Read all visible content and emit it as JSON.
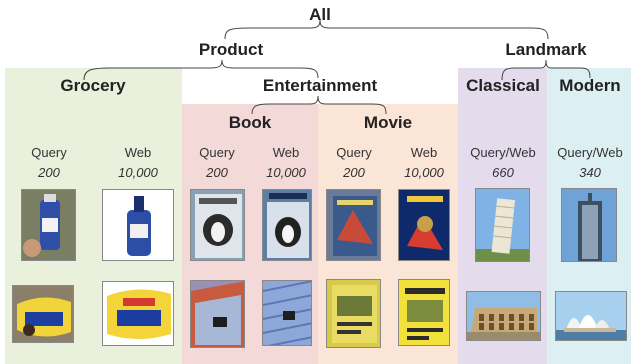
{
  "hierarchy": {
    "root": "All",
    "level1": [
      "Product",
      "Landmark"
    ],
    "level2": [
      "Grocery",
      "Entertainment",
      "Classical",
      "Modern"
    ],
    "level3": [
      "Book",
      "Movie"
    ]
  },
  "columns": [
    {
      "group": "Grocery",
      "type": "Query",
      "count": "200"
    },
    {
      "group": "Grocery",
      "type": "Web",
      "count": "10,000"
    },
    {
      "group": "Book",
      "type": "Query",
      "count": "200"
    },
    {
      "group": "Book",
      "type": "Web",
      "count": "10,000"
    },
    {
      "group": "Movie",
      "type": "Query",
      "count": "200"
    },
    {
      "group": "Movie",
      "type": "Web",
      "count": "10,000"
    },
    {
      "group": "Classical",
      "type": "Query/Web",
      "count": "660"
    },
    {
      "group": "Modern",
      "type": "Query/Web",
      "count": "340"
    }
  ],
  "colors": {
    "grocery_bg": "#e9f0dc",
    "book_bg": "#f3d9d8",
    "movie_bg": "#fbe5d6",
    "classical_bg": "#e4dced",
    "modern_bg": "#dcf0f3"
  },
  "thumbnails": [
    "bottle-photo",
    "bottle-photo",
    "dog-book-cover",
    "dog-book-cover",
    "movie-dvd-cover",
    "movie-dvd-cover",
    "leaning-tower-photo",
    "skyscraper-photo",
    "oreo-package-photo",
    "oreo-package-photo",
    "patterned-book-cover",
    "patterned-book-cover",
    "yellow-dvd-cover",
    "yellow-dvd-cover",
    "colosseum-photo",
    "opera-house-photo"
  ]
}
